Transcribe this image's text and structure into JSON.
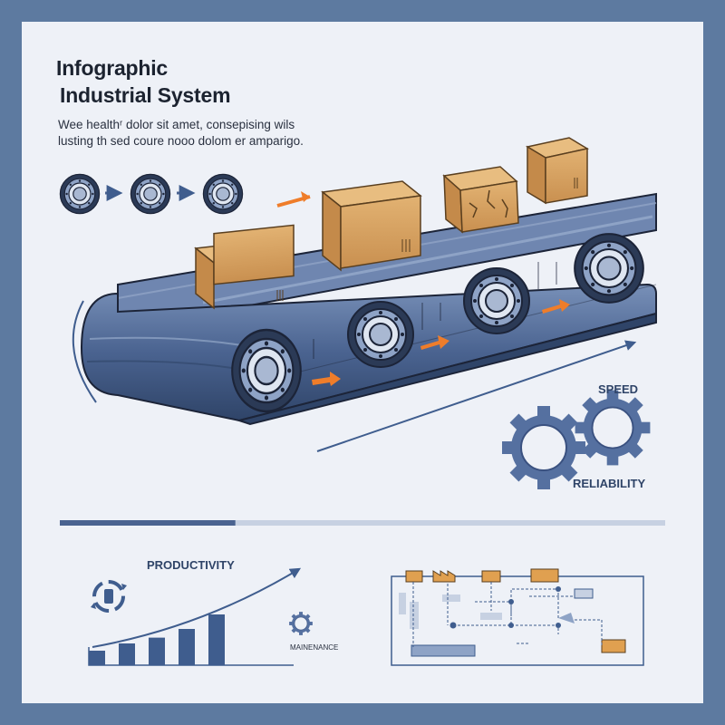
{
  "title_line1": "Infographic",
  "title_line2": "Industrial System",
  "subtitle_line1": "Wee healthʳ dolor sit amet, consepising wils",
  "subtitle_line2": "lusting th sed coure nooo dolom er amparigo.",
  "labels": {
    "speed": "SPEED",
    "reliability": "RELIABILITY",
    "productivity": "PRODUCTIVITY",
    "maintenance": "MAINENANCE"
  },
  "progress_fraction": 0.29,
  "bar_chart_values": [
    1,
    1.5,
    1.9,
    2.5,
    3.5
  ],
  "colors": {
    "frame": "#5d7aa0",
    "panel": "#eef1f7",
    "belt": "#4a6390",
    "box": "#d9a866",
    "accent_arrow": "#ef7d2a",
    "bars": "#3f5d8e"
  },
  "icons": [
    "bearing-icon",
    "gear-icon",
    "cardboard-box-icon",
    "flow-arrow-icon",
    "cycle-icon",
    "maintenance-gear-icon",
    "factory-icon"
  ]
}
